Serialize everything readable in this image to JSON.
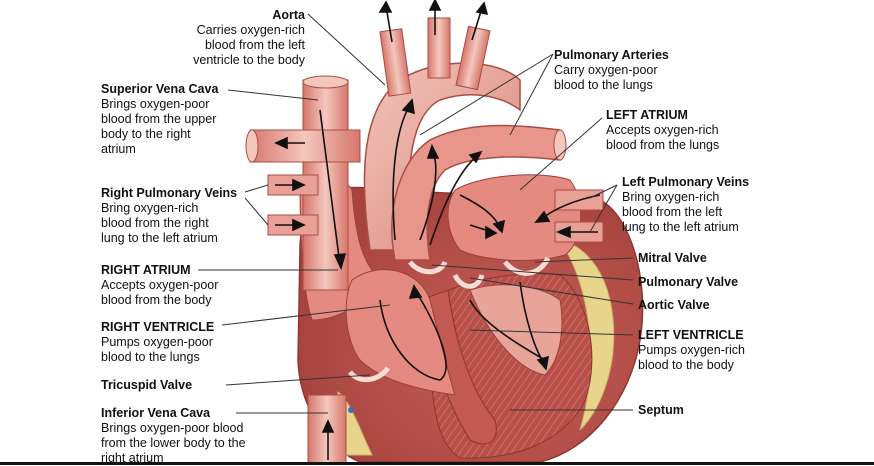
{
  "labels": {
    "aorta": {
      "name": "Aorta",
      "desc": [
        "Carries oxygen-rich",
        "blood from the left",
        "ventricle to the body"
      ]
    },
    "superior_vena_cava": {
      "name": "Superior Vena Cava",
      "desc": [
        "Brings oxygen-poor",
        "blood from the upper",
        "body to the right",
        "atrium"
      ]
    },
    "right_pulmonary_veins": {
      "name": "Right Pulmonary Veins",
      "desc": [
        "Bring oxygen-rich",
        "blood from the right",
        "lung to the left atrium"
      ]
    },
    "right_atrium": {
      "name": "RIGHT ATRIUM",
      "desc": [
        "Accepts oxygen-poor",
        "blood from the body"
      ]
    },
    "right_ventricle": {
      "name": "RIGHT VENTRICLE",
      "desc": [
        "Pumps oxygen-poor",
        "blood to the lungs"
      ]
    },
    "tricuspid_valve": {
      "name": "Tricuspid Valve",
      "desc": []
    },
    "inferior_vena_cava": {
      "name": "Inferior Vena Cava",
      "desc": [
        "Brings oxygen-poor blood",
        "from the lower body to the",
        "right atrium"
      ]
    },
    "pulmonary_arteries": {
      "name": "Pulmonary Arteries",
      "desc": [
        "Carry oxygen-poor",
        "blood to the lungs"
      ]
    },
    "left_atrium": {
      "name": "LEFT ATRIUM",
      "desc": [
        "Accepts oxygen-rich",
        "blood from the lungs"
      ]
    },
    "left_pulmonary_veins": {
      "name": "Left Pulmonary Veins",
      "desc": [
        "Bring oxygen-rich",
        "blood from the left",
        "lung to the left atrium"
      ]
    },
    "mitral_valve": {
      "name": "Mitral Valve",
      "desc": []
    },
    "pulmonary_valve": {
      "name": "Pulmonary Valve",
      "desc": []
    },
    "aortic_valve": {
      "name": "Aortic Valve",
      "desc": []
    },
    "left_ventricle": {
      "name": "LEFT VENTRICLE",
      "desc": [
        "Pumps oxygen-rich",
        "blood to the body"
      ]
    },
    "septum": {
      "name": "Septum",
      "desc": []
    }
  },
  "colors": {
    "tissue": "#e58a80",
    "tissue_dark": "#c65a52",
    "tissue_light": "#f3c1b6",
    "fat": "#e7d58c",
    "arrow": "#111111",
    "text": "#111111"
  }
}
